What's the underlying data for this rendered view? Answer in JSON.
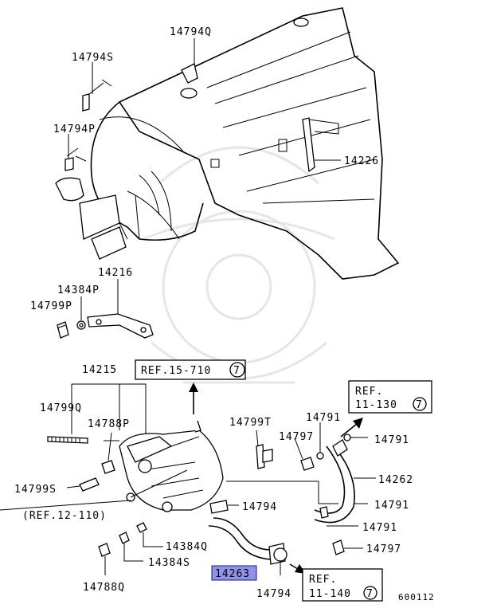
{
  "labels": {
    "p14794Q": "14794Q",
    "p14794S": "14794S",
    "p14794P": "14794P",
    "p14226": "14226",
    "p14216": "14216",
    "p14384P": "14384P",
    "p14799P": "14799P",
    "p14215": "14215",
    "p14799Q": "14799Q",
    "p14788P": "14788P",
    "p14799S": "14799S",
    "p14799T": "14799T",
    "p14791a": "14791",
    "p14797a": "14797",
    "p14791b": "14791",
    "p14262": "14262",
    "p14791c": "14791",
    "p14794": "14794",
    "p14791d": "14791",
    "p14384Q": "14384Q",
    "p14797b": "14797",
    "p14384S": "14384S",
    "p14263": "14263",
    "p14788Q": "14788Q",
    "p14794b": "14794",
    "ref12": "(REF.12-110)",
    "diagram_id": "600112"
  },
  "refs": {
    "ref15_text": "REF.15-710",
    "ref15_page": "7",
    "ref11a_line1": "REF.",
    "ref11a_line2": "11-130",
    "ref11a_page": "7",
    "ref11b_line1": "REF.",
    "ref11b_line2": "11-140",
    "ref11b_page": "7"
  },
  "colors": {
    "highlight": "#8f93e6"
  }
}
